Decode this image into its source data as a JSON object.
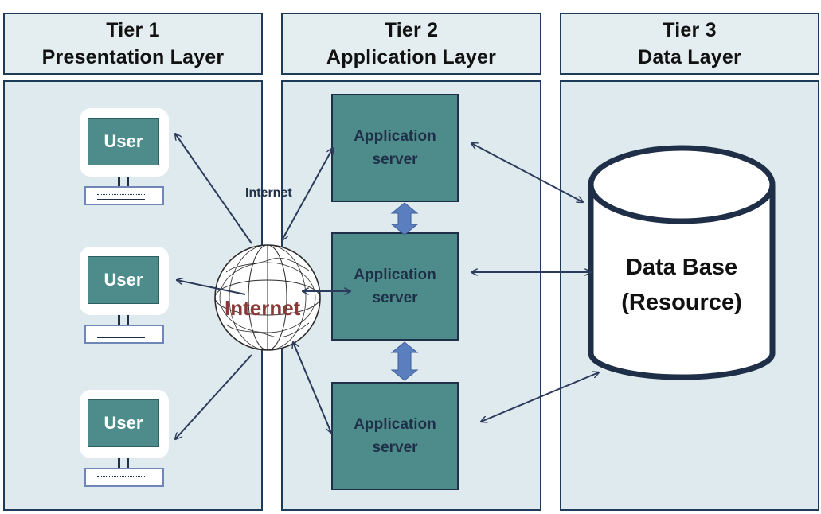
{
  "tiers": [
    {
      "title": "Tier 1",
      "subtitle": "Presentation Layer"
    },
    {
      "title": "Tier 2",
      "subtitle": "Application Layer"
    },
    {
      "title": "Tier 3",
      "subtitle": "Data Layer"
    }
  ],
  "users": [
    {
      "label": "User"
    },
    {
      "label": "User"
    },
    {
      "label": "User"
    }
  ],
  "servers": [
    {
      "line1": "Application",
      "line2": "server"
    },
    {
      "line1": "Application",
      "line2": "server"
    },
    {
      "line1": "Application",
      "line2": "server"
    }
  ],
  "internet": {
    "small_label": "Internet",
    "globe_label": "Internet"
  },
  "database": {
    "line1": "Data Base",
    "line2": "(Resource)"
  },
  "colors": {
    "panel_bg": "#dfeaee",
    "border": "#1f3b5a",
    "server_fill": "#4e8c8c",
    "arrow": "#2c3a5c",
    "double_arrow": "#5b7ebf",
    "globe_text": "#8b3a3a"
  }
}
